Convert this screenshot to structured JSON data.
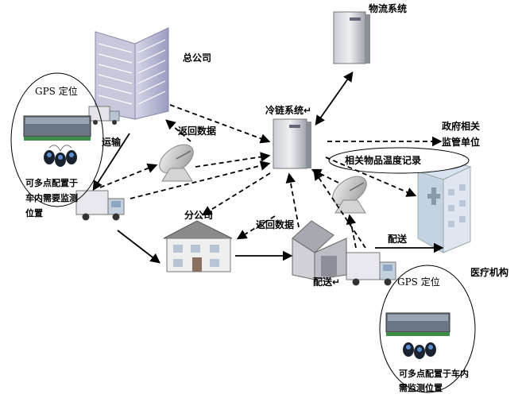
{
  "labels": {
    "headquarters": "总公司",
    "logistics_system": "物流系统",
    "cold_chain_system": "冷链系统",
    "return_cold_chain": "↵",
    "return_data_top": "返回数据",
    "transport": "运输",
    "gov_line1": "政府相关",
    "gov_line2": "监管单位",
    "temp_record": "相关物品温度记录",
    "branch": "分公司",
    "return_data_bottom": "返回数据",
    "delivery_top": "配送",
    "delivery_bottom": "配送",
    "delivery_bottom_mark": "↵",
    "medical": "医疗机构",
    "gps_left": "GPS 定位",
    "gps_right": "GPS 定位",
    "left_note_1": "可多点配置于",
    "left_note_2": "车内需要监测",
    "left_note_3": "位置",
    "right_note_1": "可多点配置于车内",
    "right_note_2": "需监测位置"
  }
}
